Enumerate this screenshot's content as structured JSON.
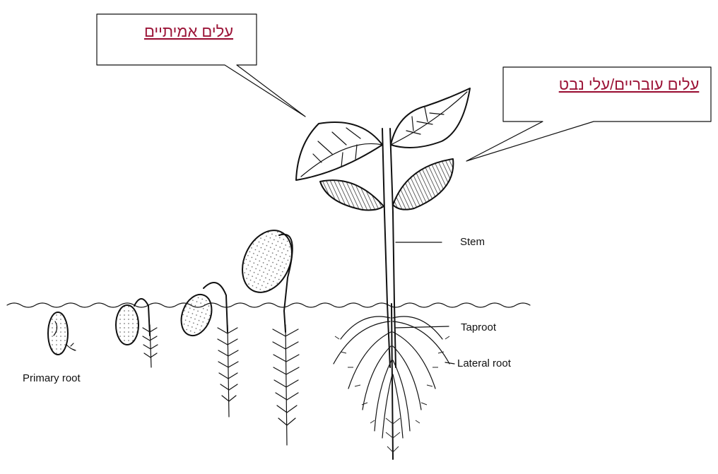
{
  "callouts": {
    "true_leaves": "עלים אמיתיים",
    "seed_leaves": "עלים עובריים/עלי נבט"
  },
  "labels": {
    "primary_root": "Primary root",
    "stem": "Stem",
    "taproot": "Taproot",
    "lateral_root": "Lateral root"
  },
  "colors": {
    "callout_text": "#9c1538",
    "line_art": "#111111",
    "background": "#ffffff"
  }
}
